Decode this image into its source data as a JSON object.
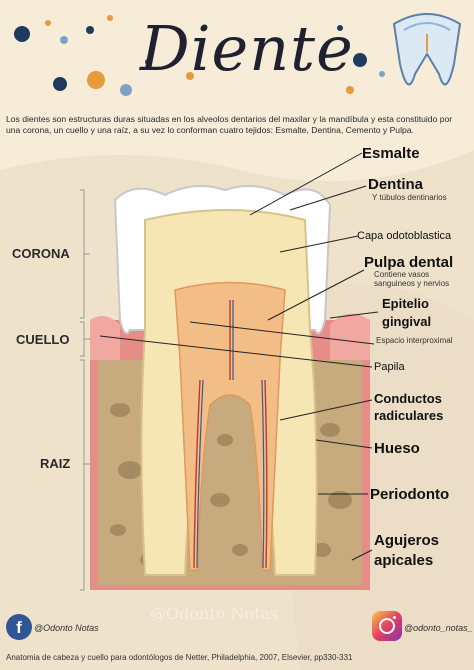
{
  "title": "Diente",
  "intro": "Los dientes son estructuras duras situadas en los alveolos dentarios del maxilar y la mandíbula y esta constituido por una corona, un cuello y una raíz, a su vez lo conforman cuatro tejidos:  Esmalte, Dentina, Cemento y Pulpa.",
  "regions": {
    "corona": "CORONA",
    "cuello": "CUELLO",
    "raiz": "RAIZ"
  },
  "labels": {
    "esmalte": "Esmalte",
    "dentina": "Dentina",
    "dentina_sub": "Y túbulos dentinarios",
    "capa": "Capa odotoblastica",
    "pulpa": "Pulpa dental",
    "pulpa_sub": "Contiene vasos sanguineos y nervios",
    "epitelio_1": "Epitelio",
    "epitelio_2": "gingival",
    "espacio": "Espacio interproximal",
    "papila": "Papila",
    "conductos_1": "Conductos",
    "conductos_2": "radiculares",
    "hueso": "Hueso",
    "periodonto": "Periodonto",
    "agujeros_1": "Agujeros",
    "agujeros_2": "apicales"
  },
  "social": {
    "facebook": "@Odonto Notas",
    "instagram": "@odonto_notas_"
  },
  "watermark": "@Odonto Notas",
  "citation": "Anatomia de cabeza y cuello para odontólogos de Netter, Philadelphia, 2007, Elsevier, pp330-331",
  "colors": {
    "background": "#f6ecd8",
    "gum": "#e58d86",
    "bone": "#c7ab7e",
    "dentin": "#f6e6b3",
    "enamel": "#ffffff",
    "pulp": "#f2bd86",
    "navy_dot": "#1f3a5f",
    "orange_dot": "#e89a3c"
  }
}
